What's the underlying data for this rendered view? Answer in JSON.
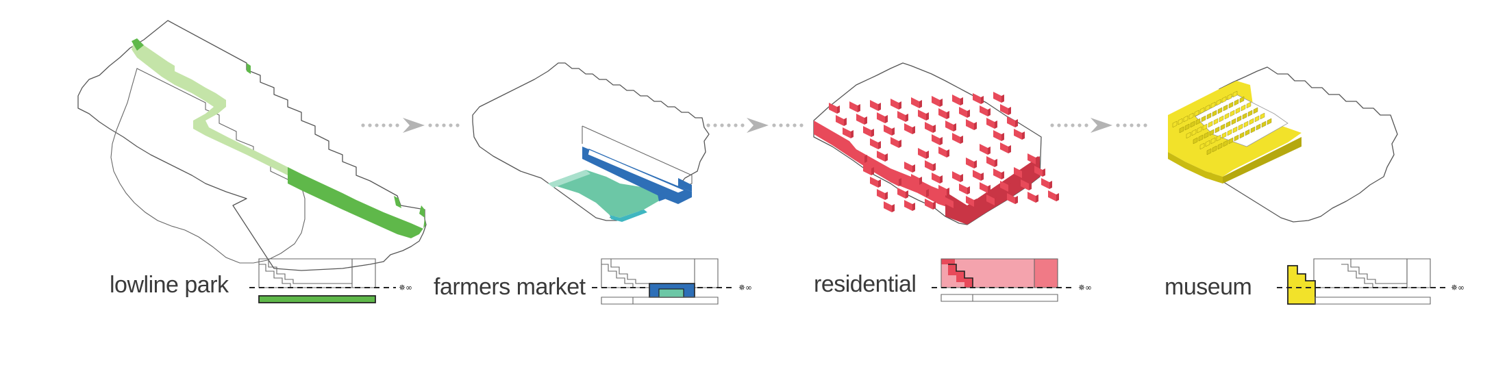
{
  "stages": [
    {
      "id": "lowline-park",
      "label": "lowline park",
      "color": "#5fb84a"
    },
    {
      "id": "farmers-market",
      "label": "farmers market",
      "color": "#2e6fb7"
    },
    {
      "id": "residential",
      "label": "residential",
      "color": "#e84a5a"
    },
    {
      "id": "museum",
      "label": "museum",
      "color": "#f2e22a"
    }
  ],
  "section_symbol": "✵∞",
  "colors": {
    "park_green": "#5fb84a",
    "park_light": "#c4e4a8",
    "market_blue": "#2e6fb7",
    "market_teal": "#6cc7a6",
    "res_red": "#e84a5a",
    "res_pink": "#f4a3ad",
    "museum_yellow": "#f2e22a",
    "arrow_gray": "#b3b3b3"
  }
}
